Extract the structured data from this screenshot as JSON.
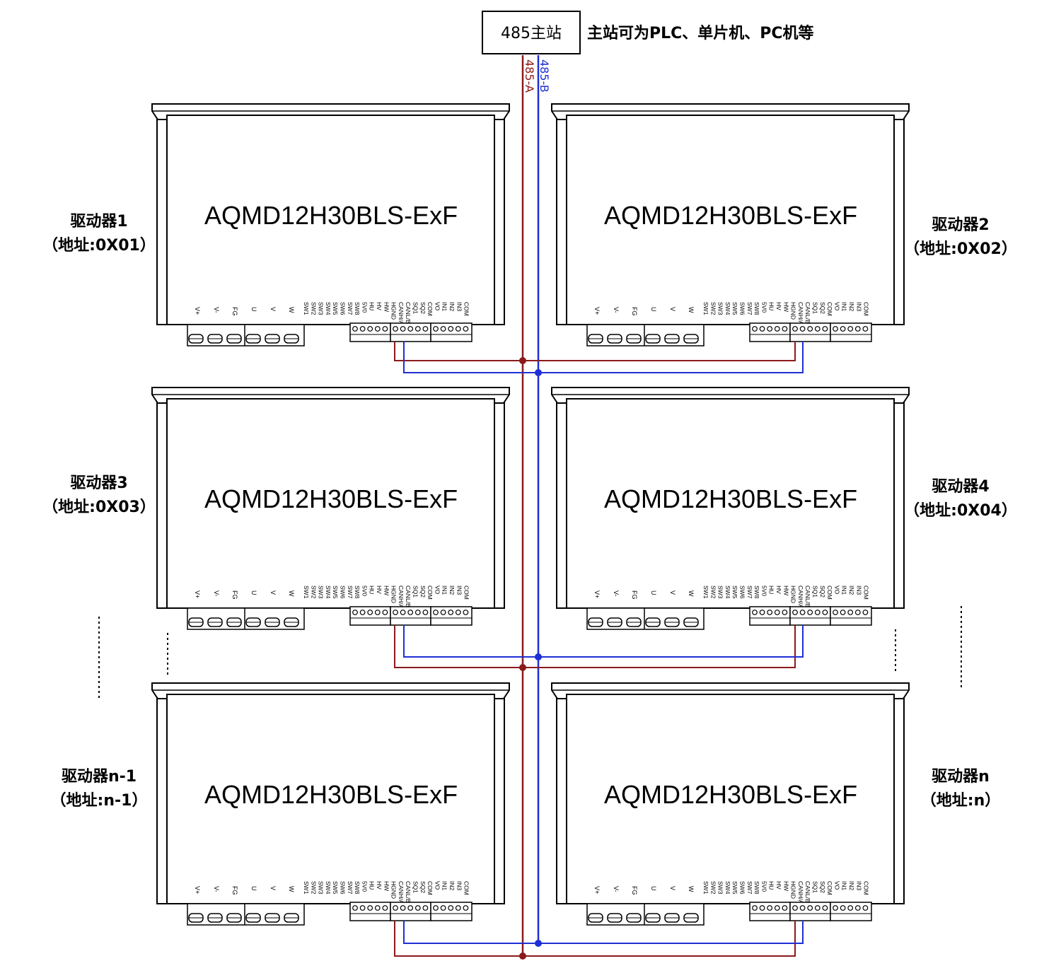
{
  "master": {
    "label": "485主站",
    "note": "主站可为PLC、单片机、PC机等"
  },
  "bus": {
    "a_label": "485-A",
    "b_label": "485-B",
    "a_color": "#8b1a1a",
    "b_color": "#1f2fd6"
  },
  "drivers": [
    {
      "name": "驱动器1",
      "address": "（地址:0X01）",
      "model": "AQMD12H30BLS-ExF"
    },
    {
      "name": "驱动器2",
      "address": "（地址:0X02）",
      "model": "AQMD12H30BLS-ExF"
    },
    {
      "name": "驱动器3",
      "address": "（地址:0X03）",
      "model": "AQMD12H30BLS-ExF"
    },
    {
      "name": "驱动器4",
      "address": "（地址:0X04）",
      "model": "AQMD12H30BLS-ExF"
    },
    {
      "name": "驱动器n-1",
      "address": "（地址:n-1）",
      "model": "AQMD12H30BLS-ExF"
    },
    {
      "name": "驱动器n",
      "address": "（地址:n）",
      "model": "AQMD12H30BLS-ExF"
    }
  ],
  "power_pins": [
    "V+",
    "V-",
    "FG",
    "U",
    "V",
    "W"
  ],
  "signal_pins": [
    "SW1",
    "SW2",
    "SW3",
    "SW4",
    "SW5",
    "SW6",
    "SW7",
    "SW8",
    "5V0",
    "HU",
    "HV",
    "HW",
    "HGND",
    "CANH/A",
    "CANL/B",
    "SQ1",
    "SQ2",
    "COM",
    "VO",
    "IN1",
    "IN2",
    "IN3",
    "COM"
  ]
}
